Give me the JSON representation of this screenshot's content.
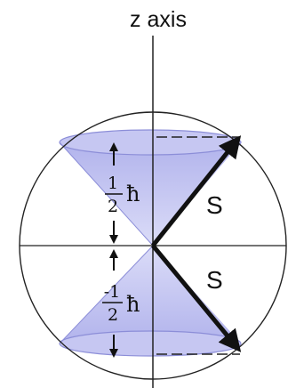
{
  "diagram": {
    "axis_label": "z axis",
    "upper_vector_label": "S",
    "lower_vector_label": "S",
    "upper_fraction": {
      "numerator": "1",
      "denominator": "2",
      "unit": "ħ"
    },
    "lower_fraction": {
      "numerator": "-1",
      "denominator": "2",
      "unit": "ħ"
    },
    "colors": {
      "cone_fill": "#b7b8ee",
      "cone_edge": "#8c8ed8",
      "outline": "#222222",
      "vector": "#111111",
      "background": "#ffffff"
    }
  }
}
